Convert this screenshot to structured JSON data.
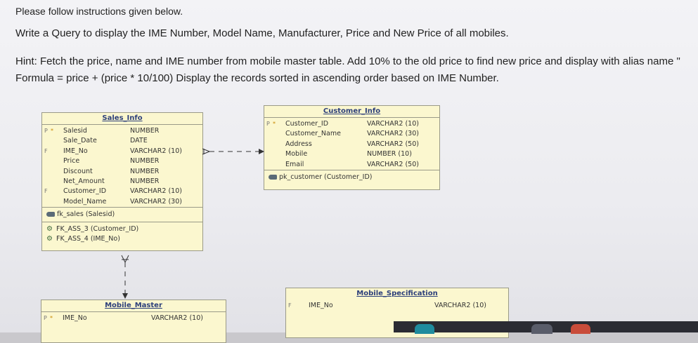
{
  "instructions": {
    "line1": "Please follow instructions given below.",
    "line2": "Write a Query to display the IME Number, Model Name, Manufacturer, Price and New Price of all mobiles.",
    "line3": "Hint: Fetch the price, name and IME number from mobile master table. Add 10% to the old price to find new price and display with alias name \"",
    "line4": "Formula = price + (price * 10/100) Display the records sorted in ascending order based on IME Number."
  },
  "sales_info": {
    "title": "Sales_Info",
    "columns": [
      {
        "flag": "P",
        "pk": "*",
        "name": "Salesid",
        "type": "NUMBER"
      },
      {
        "flag": "",
        "pk": "",
        "name": "Sale_Date",
        "type": "DATE"
      },
      {
        "flag": "F",
        "pk": "",
        "name": "IME_No",
        "type": "VARCHAR2 (10)"
      },
      {
        "flag": "",
        "pk": "",
        "name": "Price",
        "type": "NUMBER"
      },
      {
        "flag": "",
        "pk": "",
        "name": "Discount",
        "type": "NUMBER"
      },
      {
        "flag": "",
        "pk": "",
        "name": "Net_Amount",
        "type": "NUMBER"
      },
      {
        "flag": "F",
        "pk": "",
        "name": "Customer_ID",
        "type": "VARCHAR2 (10)"
      },
      {
        "flag": "",
        "pk": "",
        "name": "Model_Name",
        "type": "VARCHAR2 (30)"
      }
    ],
    "pk_constraint": "fk_sales (Salesid)",
    "fk_constraints": [
      "FK_ASS_3 (Customer_ID)",
      "FK_ASS_4 (IME_No)"
    ]
  },
  "customer_info": {
    "title": "Customer_Info",
    "columns": [
      {
        "flag": "P",
        "pk": "*",
        "name": "Customer_ID",
        "type": "VARCHAR2 (10)"
      },
      {
        "flag": "",
        "pk": "",
        "name": "Customer_Name",
        "type": "VARCHAR2 (30)"
      },
      {
        "flag": "",
        "pk": "",
        "name": "Address",
        "type": "VARCHAR2 (50)"
      },
      {
        "flag": "",
        "pk": "",
        "name": "Mobile",
        "type": "NUMBER (10)"
      },
      {
        "flag": "",
        "pk": "",
        "name": "Email",
        "type": "VARCHAR2 (50)"
      }
    ],
    "pk_constraint": "pk_customer (Customer_ID)"
  },
  "mobile_master": {
    "title": "Mobile_Master",
    "columns": [
      {
        "flag": "P",
        "pk": "*",
        "name": "IME_No",
        "type": "VARCHAR2 (10)"
      }
    ]
  },
  "mobile_specification": {
    "title": "Mobile_Specification",
    "columns": [
      {
        "flag": "F",
        "pk": "",
        "name": "IME_No",
        "type": "VARCHAR2 (10)"
      }
    ]
  },
  "colors": {
    "entity_bg": "#fbf7cf",
    "entity_title": "#2c3f7a",
    "taskbar": "#2b2c33"
  }
}
